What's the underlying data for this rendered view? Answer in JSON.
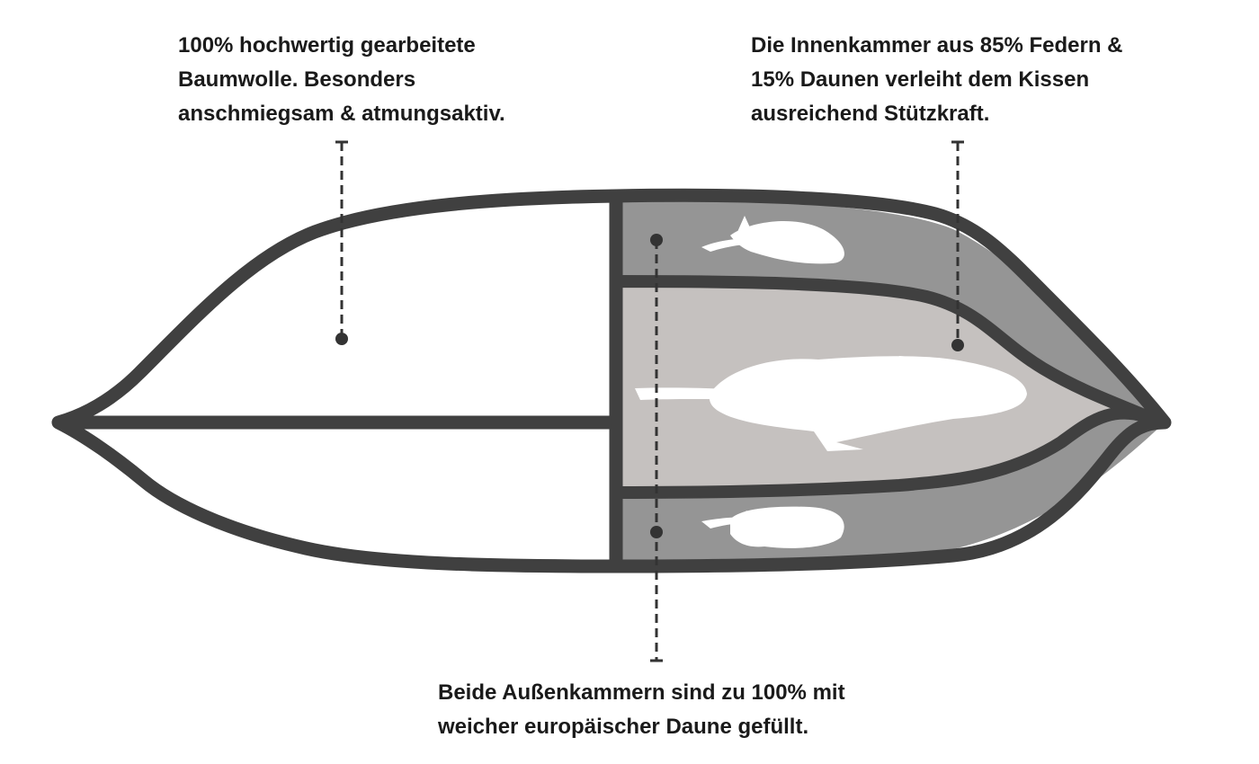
{
  "captions": {
    "cover": [
      "100% hochwertig gearbeitete",
      "Baumwolle. Besonders",
      "anschmiegsam & atmungsaktiv."
    ],
    "inner_chamber": [
      "Die Innenkammer aus 85% Federn &",
      "15% Daunen verleiht dem Kissen",
      "ausreichend Stützkraft."
    ],
    "outer_chambers": [
      "Beide Außenkammern sind zu 100% mit",
      "weicher europäischer Daune gefüllt."
    ]
  },
  "colors": {
    "outline": "#404040",
    "outer_chamber_fill": "#959595",
    "inner_chamber_fill": "#c5c1bf",
    "feather": "#ffffff",
    "cover_fill": "#ffffff",
    "text": "#1a1a1a"
  }
}
